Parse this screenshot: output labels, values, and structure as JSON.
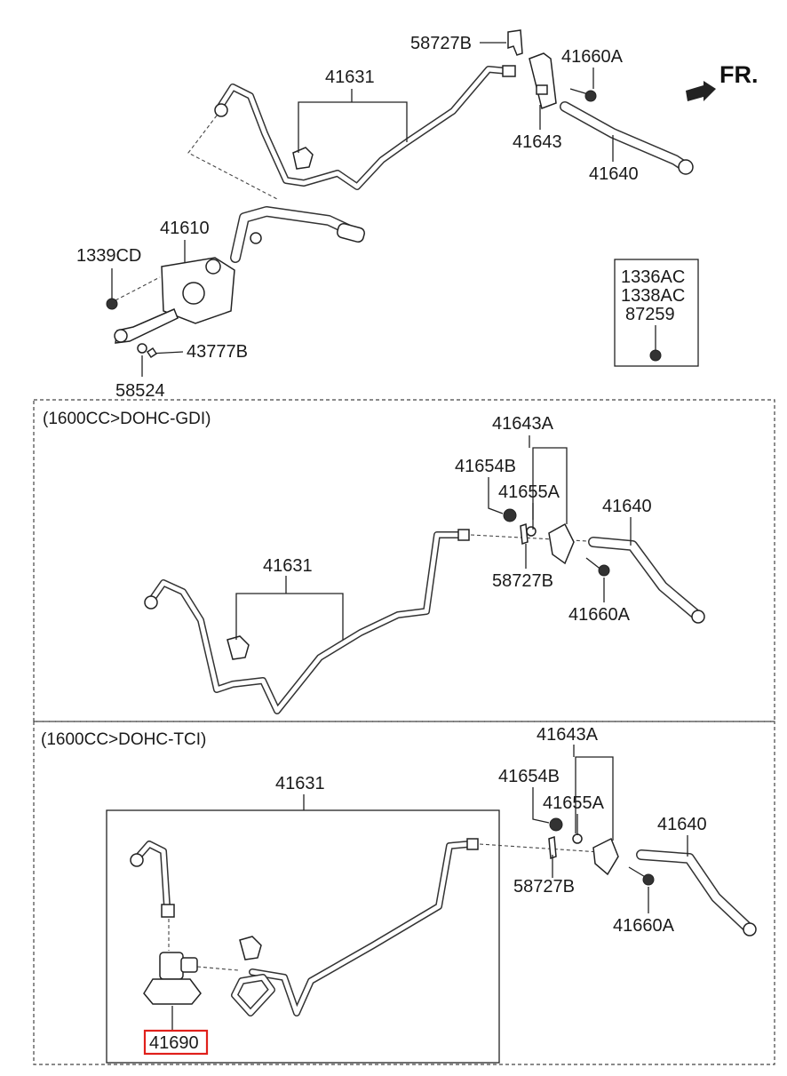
{
  "direction": {
    "text": "FR."
  },
  "top": {
    "labels": {
      "p58727B": "58727B",
      "p41660A": "41660A",
      "p41631": "41631",
      "p41643": "41643",
      "p41640": "41640",
      "p41610": "41610",
      "p1339CD": "1339CD",
      "p43777B": "43777B",
      "p58524": "58524"
    },
    "legend_box": [
      "1336AC",
      "1338AC",
      "87259"
    ]
  },
  "gdi": {
    "title": "(1600CC>DOHC-GDI)",
    "labels": {
      "p41643A": "41643A",
      "p41654B": "41654B",
      "p41655A": "41655A",
      "p41640": "41640",
      "p41631": "41631",
      "p58727B": "58727B",
      "p41660A": "41660A"
    }
  },
  "tci": {
    "title": "(1600CC>DOHC-TCI)",
    "labels": {
      "p41643A": "41643A",
      "p41654B": "41654B",
      "p41655A": "41655A",
      "p41640": "41640",
      "p41631": "41631",
      "p58727B": "58727B",
      "p41660A": "41660A",
      "p41690": "41690"
    },
    "highlight_color": "#e0201b"
  }
}
